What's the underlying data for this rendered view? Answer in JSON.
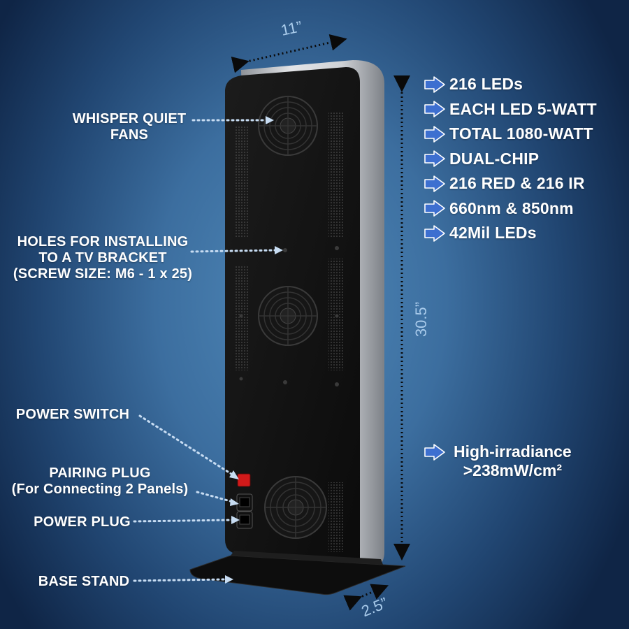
{
  "dimensions": {
    "width": "11”",
    "height": "30.5”",
    "depth": "2.5”"
  },
  "callouts": {
    "fans_line1": "WHISPER QUIET",
    "fans_line2": "FANS",
    "holes_line1": "HOLES FOR INSTALLING",
    "holes_line2": "TO A TV BRACKET",
    "holes_line3": "(SCREW SIZE: M6 - 1 x 25)",
    "power_switch": "POWER SWITCH",
    "pairing_line1": "PAIRING PLUG",
    "pairing_line2": "(For Connecting 2 Panels)",
    "power_plug": "POWER PLUG",
    "base_stand": "BASE STAND"
  },
  "specs": [
    "216 LEDs",
    "EACH LED 5-WATT",
    "TOTAL 1080-WATT",
    "DUAL-CHIP",
    "216 RED & 216 IR",
    "660nm & 850nm",
    "42Mil LEDs"
  ],
  "irradiance": {
    "line1": "High-irradiance",
    "line2": ">238mW/cm²"
  },
  "colors": {
    "background": "#3c6e9f",
    "panel_back": "#121212",
    "panel_frame": "#c9ccd0",
    "switch_red": "#d11a1a",
    "arrow_fill": "#3d6fd0",
    "dotted_line": "#c7dcf2",
    "dim_text": "#a9cbeb"
  },
  "icons": {
    "spec_bullet": "arrow-right-icon"
  }
}
